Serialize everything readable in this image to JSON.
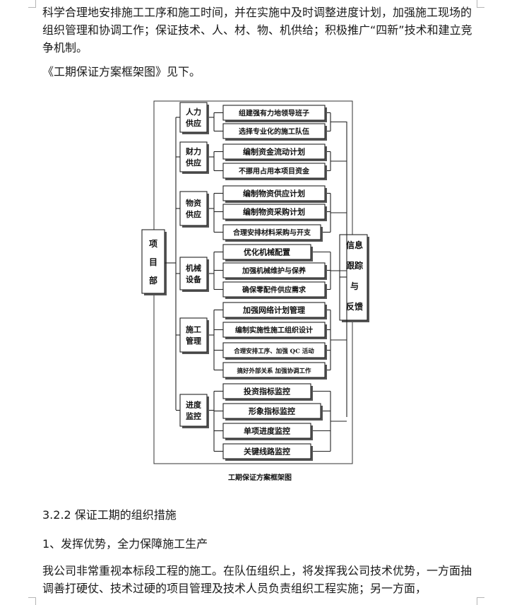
{
  "text": {
    "p1": "科学合理地安排施工工序和施工时间，并在实施中及时调整进度计划，加强施工现场的组织管理和协调工作；保证技术、人、材、物、机供给；积极推广“四新”技术和建立竞争机制。",
    "p2": "《工期保证方案框架图》见下。",
    "h322": "3.2.2 保证工期的组织措施",
    "h1": "1、发挥优势，全力保障施工生产",
    "p3": "我公司非常重视本标段工程的施工。在队伍组织上，将发挥我公司技术优势，一方面抽调善打硬仗、技术过硬的项目管理及技术人员负责组织工程实施；另一方面，"
  },
  "diagram": {
    "left_node": [
      "项",
      "目",
      "部"
    ],
    "right_node": [
      "信息",
      "跟踪",
      "与",
      "反馈"
    ],
    "caption": "工期保证方案框架图",
    "groups": [
      {
        "label": [
          "人力",
          "供应"
        ],
        "items": [
          "组建强有力地领导班子",
          "选择专业化的施工队伍"
        ]
      },
      {
        "label": [
          "财力",
          "供应"
        ],
        "items": [
          "编制资金流动计划",
          "不挪用占用本项目资金"
        ]
      },
      {
        "label": [
          "物资",
          "供应"
        ],
        "items": [
          "编制物资供应计划",
          "编制物资采购计划",
          "合理安排材料采购与开支"
        ]
      },
      {
        "label": [
          "机械",
          "设备"
        ],
        "items": [
          "优化机械配置",
          "加强机械维护与保养",
          "确保零配件供应需求"
        ]
      },
      {
        "label": [
          "施工",
          "管理"
        ],
        "items": [
          "加强网络计划管理",
          "编制实施性施工组织设计",
          "合理安排工序、加强 QC 活动",
          "搞好外部关系 加强协调工作"
        ]
      },
      {
        "label": [
          "进度",
          "监控"
        ],
        "items": [
          "投资指标监控",
          "形象指标监控",
          "单项进度监控",
          "关键线路监控"
        ]
      }
    ]
  }
}
